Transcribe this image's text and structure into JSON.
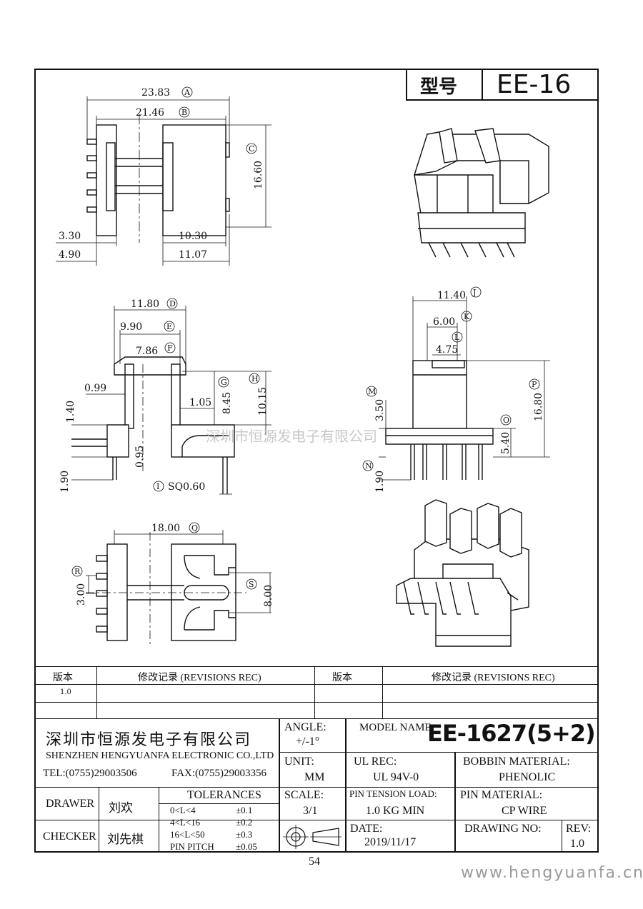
{
  "header": {
    "model_label": "型号",
    "model": "EE-16"
  },
  "dims": {
    "A": "23.83",
    "B": "21.46",
    "C": "16.60",
    "d330": "3.30",
    "d490": "4.90",
    "d1030": "10.30",
    "d1107": "11.07",
    "D": "11.80",
    "E": "9.90",
    "F": "7.86",
    "G": "8.45",
    "H": "10.15",
    "d099": "0.99",
    "d105": "1.05",
    "d140": "1.40",
    "d095": "0.95",
    "d190a": "1.90",
    "I": "SQ0.60",
    "J": "11.40",
    "K": "6.00",
    "L": "4.75",
    "M": "3.50",
    "P": "16.80",
    "O": "5.40",
    "N": "1.90",
    "Q": "18.00",
    "R": "3.00",
    "S": "8.00"
  },
  "circles": {
    "A": "A",
    "B": "B",
    "C": "C",
    "D": "D",
    "E": "E",
    "F": "F",
    "G": "G",
    "H": "H",
    "I": "I",
    "J": "J",
    "K": "K",
    "L": "L",
    "M": "M",
    "N": "N",
    "O": "O",
    "P": "P",
    "Q": "Q",
    "R": "R",
    "S": "S"
  },
  "watermark": "深圳市恒源发电子有限公司",
  "revisions": {
    "col_version": "版本",
    "col_record": "修改记录 (REVISIONS REC)",
    "rows": [
      {
        "version": "1.0",
        "record": ""
      }
    ]
  },
  "company": {
    "name_cn": "深圳市恒源发电子有限公司",
    "name_en": "SHENZHEN HENGYUANFA ELECTRONIC CO.,LTD",
    "tel": "TEL:(0755)29003506",
    "fax": "FAX:(0755)29003356"
  },
  "title_block": {
    "angle_label": "ANGLE:",
    "angle_value": "+/-1°",
    "model_name_label": "MODEL NAME:",
    "model_name": "EE-1627(5+2)",
    "unit_label": "UNIT:",
    "unit_value": "MM",
    "ul_label": "UL REC:",
    "ul_value": "UL 94V-0",
    "bobbin_label": "BOBBIN MATERIAL:",
    "bobbin_value": "PHENOLIC",
    "drawer_label": "DRAWER",
    "drawer_value": "刘欢",
    "checker_label": "CHECKER",
    "checker_value": "刘先棋",
    "tolerances_label": "TOLERANCES",
    "tolerances": [
      {
        "range": "0<L<4",
        "value": "±0.1"
      },
      {
        "range": "4<L<16",
        "value": "±0.2"
      },
      {
        "range": "16<L<50",
        "value": "±0.3"
      },
      {
        "range": "PIN PITCH",
        "value": "±0.05"
      }
    ],
    "scale_label": "SCALE:",
    "scale_value": "3/1",
    "pin_tension_label": "PIN TENSION LOAD:",
    "pin_tension_value": "1.0 KG MIN",
    "pin_material_label": "PIN MATERIAL:",
    "pin_material_value": "CP WIRE",
    "date_label": "DATE:",
    "date_value": "2019/11/17",
    "drawing_no_label": "DRAWING NO:",
    "drawing_no_value": "",
    "rev_label": "REV:",
    "rev_value": "1.0"
  },
  "page_number": "54",
  "footer_url": "www.hengyuanfa.cn"
}
